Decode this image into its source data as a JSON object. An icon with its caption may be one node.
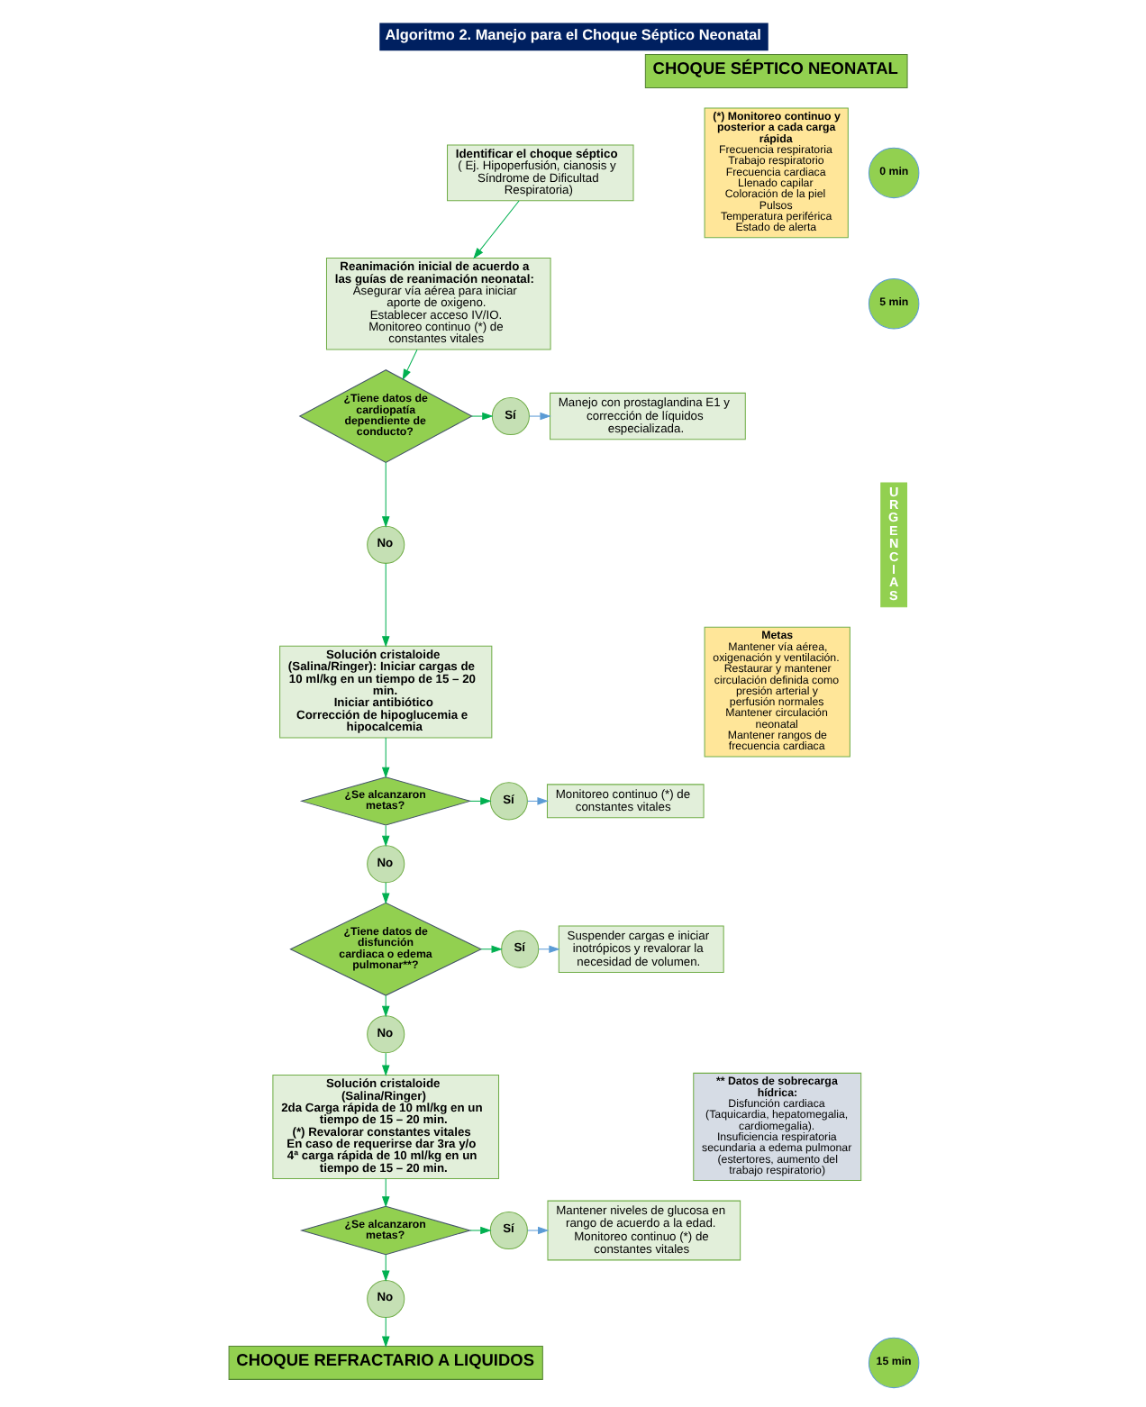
{
  "diagram": {
    "title": "Algoritmo 2. Manejo para el Choque Séptico Neonatal",
    "nodes": [
      {
        "text": [
          "CHOQUE SÉPTICO NEONATAL"
        ]
      },
      {
        "text": [
          "Identificar el choque séptico",
          "( Ej. Hipoperfusión, cianosis y Síndrome de Dificultad Respiratoria)"
        ]
      },
      {
        "text": [
          "Reanimación inicial de acuerdo a las guías de reanimación neonatal:",
          "Asegurar vía aérea para iniciar aporte de oxigeno.",
          "Establecer acceso IV/IO.",
          "Monitoreo continuo (*) de constantes vitales"
        ]
      },
      {
        "text": [
          "¿Tiene datos de cardiopatía dependiente de conducto?"
        ]
      },
      {
        "text": [
          "No"
        ]
      },
      {
        "text": [
          "Sí"
        ]
      },
      {
        "text": [
          "Manejo con prostaglandina E1 y corrección de líquidos especializada."
        ]
      },
      {
        "text": [
          "Solución cristaloide (Salina/Ringer): Iniciar cargas de 10 ml/kg en un tiempo de 15 – 20 min.",
          "Iniciar antibiótico",
          "Corrección de hipoglucemia e hipocalcemia"
        ]
      },
      {
        "text": [
          "¿Se alcanzaron metas?"
        ]
      },
      {
        "text": [
          "No"
        ]
      },
      {
        "text": [
          "Sí"
        ]
      },
      {
        "text": [
          "Monitoreo continuo (*) de constantes vitales"
        ]
      },
      {
        "text": [
          "¿Tiene datos de disfunción cardiaca o edema pulmonar**?"
        ]
      },
      {
        "text": [
          "No"
        ]
      },
      {
        "text": [
          "Sí"
        ]
      },
      {
        "text": [
          "Suspender cargas e iniciar inotrópicos y revalorar la necesidad de volumen."
        ]
      },
      {
        "text": [
          "Solución cristaloide (Salina/Ringer)",
          "2da Carga rápida de 10 ml/kg en un tiempo de 15 – 20 min.",
          "(*) Revalorar constantes vitales",
          "En caso de requerirse dar 3ra y/o 4ª carga rápida de 10 ml/kg en un tiempo de 15 – 20 min."
        ]
      },
      {
        "text": [
          "¿Se alcanzaron metas?"
        ]
      },
      {
        "text": [
          "No"
        ]
      },
      {
        "text": [
          "Sí"
        ]
      },
      {
        "text": [
          "Mantener niveles de glucosa en rango de acuerdo a la edad.",
          "Monitoreo continuo (*) de constantes vitales"
        ]
      },
      {
        "text": [
          "CHOQUE REFRACTARIO A LIQUIDOS"
        ]
      },
      {
        "text": [
          "(*) Monitoreo continuo y posterior a cada carga rápida",
          "Frecuencia respiratoria",
          "Trabajo respiratorio",
          "Frecuencia cardiaca",
          "Llenado capilar",
          "Coloración de la piel",
          "Pulsos",
          "Temperatura periférica",
          "Estado de alerta"
        ]
      },
      {
        "text": [
          "Metas",
          "Mantener vía aérea, oxigenación y ventilación.",
          "Restaurar y mantener circulación definida como presión arterial y perfusión normales",
          "Mantener circulación neonatal",
          "Mantener rangos de frecuencia cardiaca"
        ]
      },
      {
        "text": [
          "** Datos de sobrecarga hídrica:",
          "Disfunción cardiaca (Taquicardia, hepatomegalia, cardiomegalia).",
          "Insuficiencia respiratoria secundaria a edema pulmonar (estertores, aumento del trabajo respiratorio)"
        ]
      },
      {
        "text": [
          "0 min"
        ]
      },
      {
        "text": [
          "5 min"
        ]
      },
      {
        "text": [
          "15 min"
        ]
      },
      {
        "text": [
          "URGENCIAS"
        ]
      }
    ],
    "edges": [
      {
        "from": 1,
        "to": 2,
        "arrow": "to"
      },
      {
        "from": 2,
        "to": 3,
        "arrow": "to"
      },
      {
        "from": 3,
        "to": 4,
        "arrow": "to"
      },
      {
        "from": 3,
        "to": 5,
        "arrow": "to"
      },
      {
        "from": 5,
        "to": 6,
        "arrow": "to",
        "color": "#5b9bd5"
      },
      {
        "from": 4,
        "to": 7,
        "arrow": "to"
      },
      {
        "from": 7,
        "to": 8,
        "arrow": "to"
      },
      {
        "from": 8,
        "to": 9,
        "arrow": "to"
      },
      {
        "from": 8,
        "to": 10,
        "arrow": "to"
      },
      {
        "from": 10,
        "to": 11,
        "arrow": "to",
        "color": "#5b9bd5"
      },
      {
        "from": 9,
        "to": 12,
        "arrow": "to"
      },
      {
        "from": 12,
        "to": 13,
        "arrow": "to"
      },
      {
        "from": 12,
        "to": 14,
        "arrow": "to"
      },
      {
        "from": 14,
        "to": 15,
        "arrow": "to",
        "color": "#5b9bd5"
      },
      {
        "from": 13,
        "to": 16,
        "arrow": "to"
      },
      {
        "from": 16,
        "to": 17,
        "arrow": "to"
      },
      {
        "from": 17,
        "to": 18,
        "arrow": "to"
      },
      {
        "from": 17,
        "to": 19,
        "arrow": "to"
      },
      {
        "from": 19,
        "to": 20,
        "arrow": "to",
        "color": "#5b9bd5"
      },
      {
        "from": 18,
        "to": 21,
        "arrow": "to"
      }
    ]
  }
}
